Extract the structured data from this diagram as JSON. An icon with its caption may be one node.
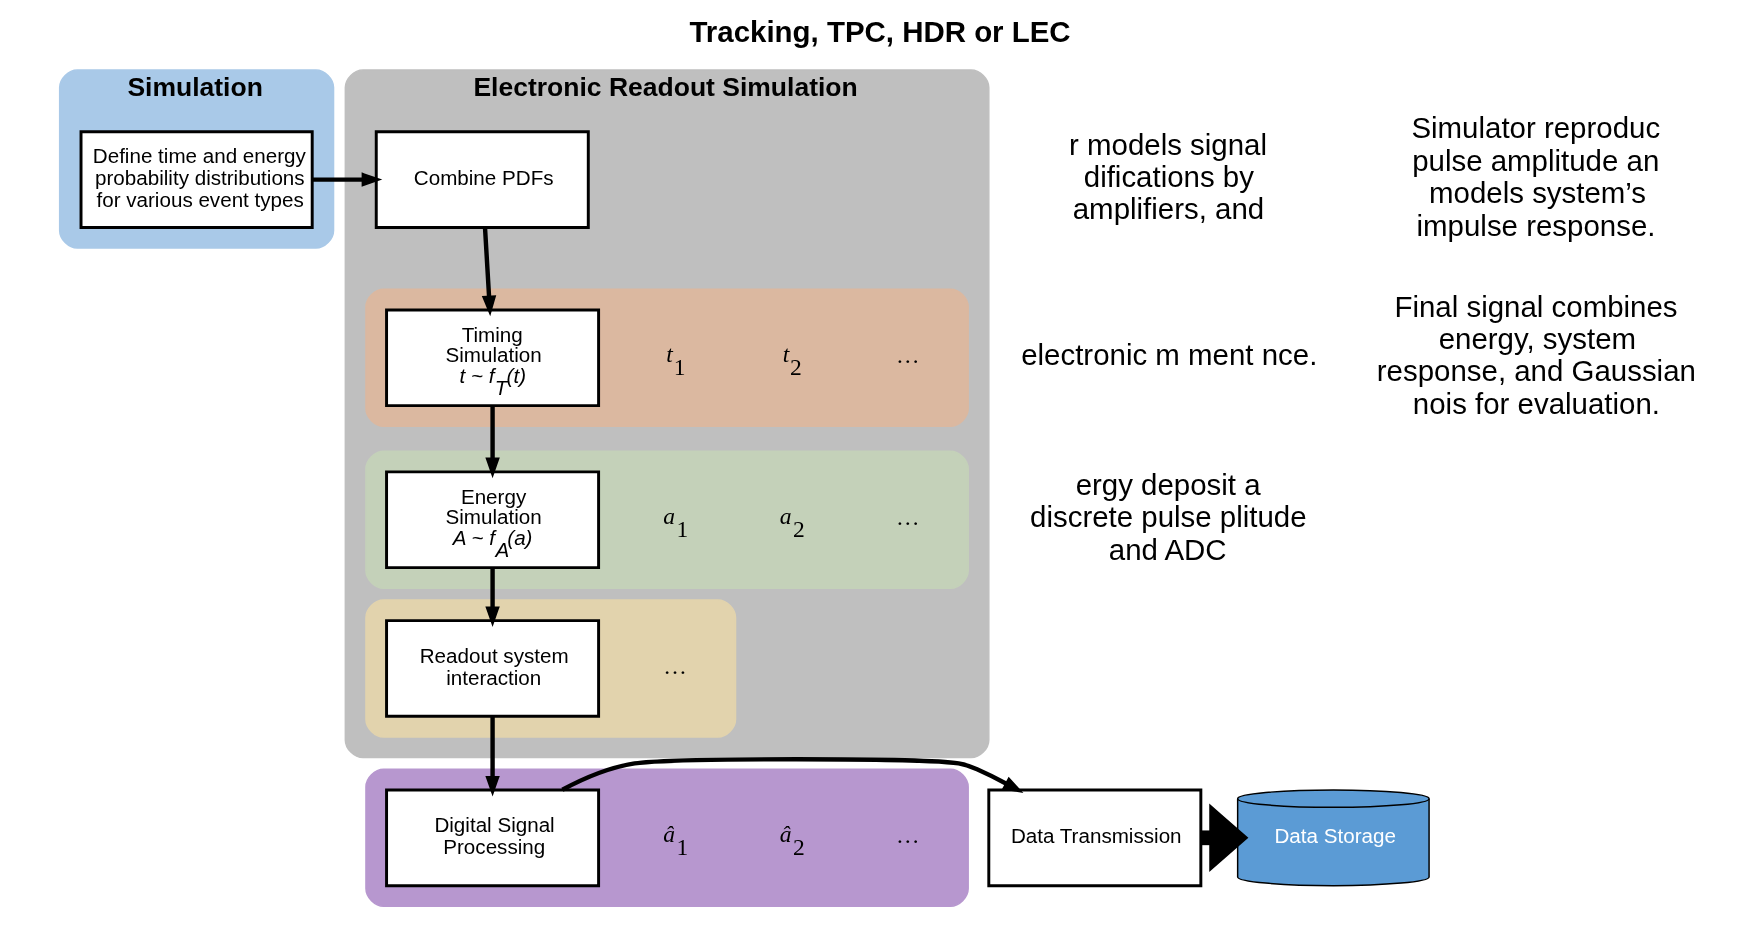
{
  "diagram": {
    "title": "Tracking, TPC, HDR or LEC",
    "nodes": [
      {
        "text": [
          "Simulation"
        ]
      },
      {
        "text": [
          "Define time and energy probability distributions for various event types"
        ],
        "in": 0
      },
      {
        "text": [
          "Electronic Readout Simulation"
        ]
      },
      {
        "text": [
          "Combine PDFs"
        ],
        "in": 2
      },
      {
        "text": [],
        "shape": "band",
        "in": 2
      },
      {
        "text": [
          "Timing Simulation",
          "t ~ f$_{T}$(t)"
        ],
        "in": 4
      },
      {
        "text": [],
        "shape": "band",
        "in": 2
      },
      {
        "text": [
          "Energy Simulation",
          "A ~ f$_{A}$(a)"
        ],
        "in": 6
      },
      {
        "text": [],
        "shape": "band",
        "in": 2
      },
      {
        "text": [
          "Readout system interaction"
        ],
        "in": 8
      },
      {
        "text": [],
        "shape": "band"
      },
      {
        "text": [
          "Digital Signal Processing"
        ],
        "in": 10
      },
      {
        "text": [
          "Data Transmission"
        ]
      },
      {
        "text": [
          "Data Storage"
        ]
      }
    ],
    "edges": [
      {
        "from": 1,
        "to": 3,
        "arrow": "to"
      },
      {
        "from": 3,
        "to": 5,
        "arrow": "to"
      },
      {
        "from": 5,
        "to": 7,
        "arrow": "to"
      },
      {
        "from": 7,
        "to": 9,
        "arrow": "to"
      },
      {
        "from": 9,
        "to": 11,
        "arrow": "to"
      },
      {
        "from": 11,
        "to": 12,
        "arrow": "to"
      },
      {
        "from": 12,
        "to": 13,
        "arrow": "to",
        "style": "thick"
      }
    ],
    "labels": [
      "*t*$_{1}$",
      "*t*$_{2}$",
      "…",
      "*a*$_{1}$",
      "*a*$_{2}$",
      "…",
      "…",
      "*â*$_{1}$",
      "*â*$_{2}$",
      "…",
      "r models signal difications by amplifiers, and",
      "electronic m ment nce.",
      "ergy deposit a discrete pulse plitude and ADC",
      "Simulator reproduc pulse amplitude an models system’s impulse response.",
      "Final signal combines energy, system response, and Gaussian nois for evaluation."
    ]
  }
}
